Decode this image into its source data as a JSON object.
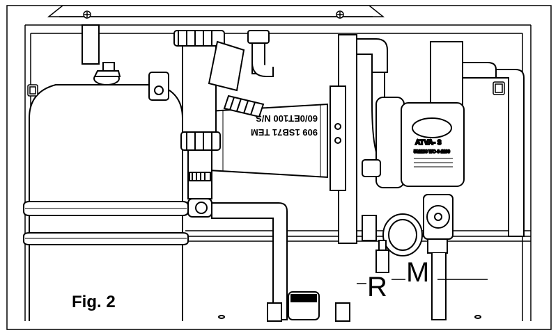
{
  "figure": {
    "label": "Fig. 2",
    "callouts": {
      "r": "R",
      "m": "M"
    },
    "nameplate": {
      "line1": "60/0ET100 N/S",
      "line2": "909 1SB71 TEM"
    },
    "pump": {
      "model": "ATVA- 3",
      "code": "581138 WO-0-1100"
    }
  }
}
